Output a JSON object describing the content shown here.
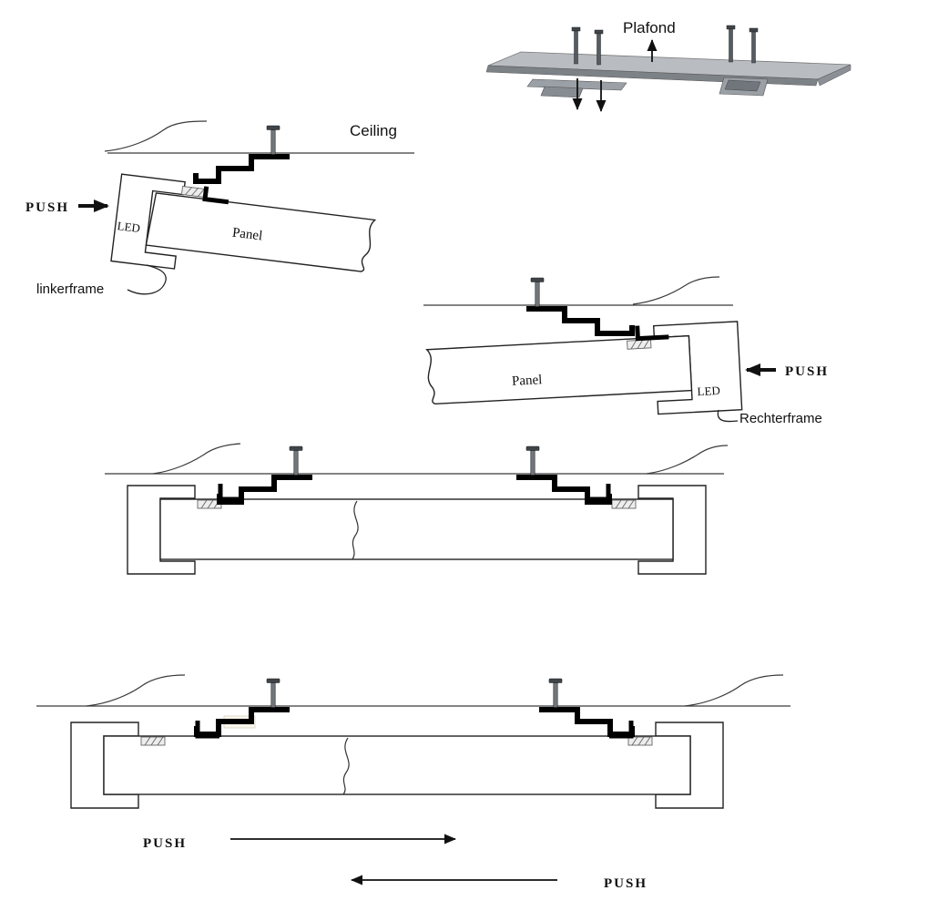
{
  "diagrams": {
    "overview_3d": {
      "label": "Plafond"
    },
    "left_frame_section": {
      "ceiling_label": "Ceiling",
      "push_label": "PUSH",
      "led_label": "LED",
      "panel_label": "Panel",
      "frame_label": "linkerframe"
    },
    "right_frame_section": {
      "panel_label": "Panel",
      "push_label": "PUSH",
      "led_label": "LED",
      "frame_label": "Rechterframe"
    },
    "slide_section": {
      "push_right_label": "PUSH",
      "push_left_label": "PUSH"
    }
  },
  "colors": {
    "line": "#1a1a1a",
    "bracket": "#000000",
    "slab_top": "#b9bdc2",
    "slab_front": "#7d8287",
    "slab_end": "#8b9096",
    "metal": "#9aa0a6"
  }
}
